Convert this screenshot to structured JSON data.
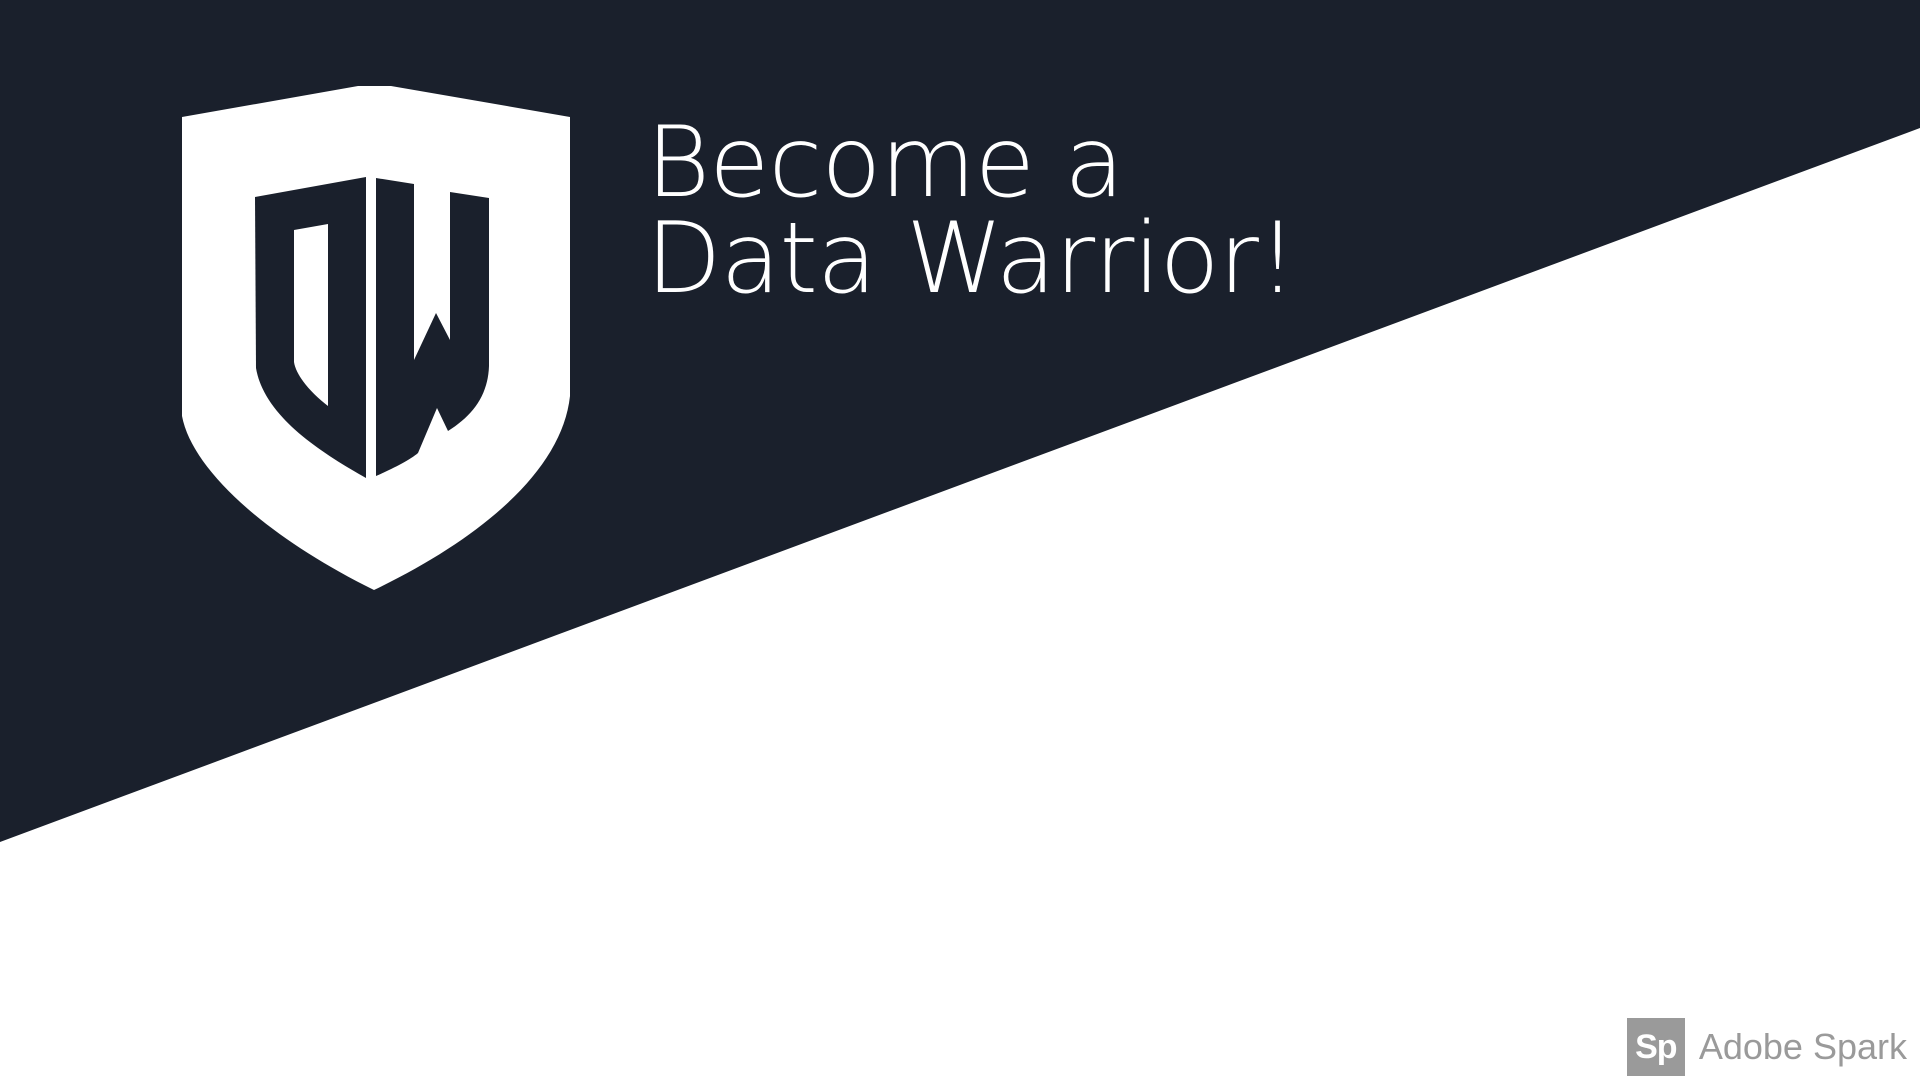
{
  "slide": {
    "headline_line1": "Become a",
    "headline_line2": "Data Warrior!"
  },
  "logo": {
    "monogram": "DW"
  },
  "watermark": {
    "badge": "Sp",
    "brand": "Adobe Spark"
  },
  "colors": {
    "navy": "#1a202c",
    "white": "#ffffff",
    "watermark_gray": "#9a9a9a"
  },
  "icons": [
    "data-warrior-shield-logo",
    "adobe-spark-badge"
  ]
}
